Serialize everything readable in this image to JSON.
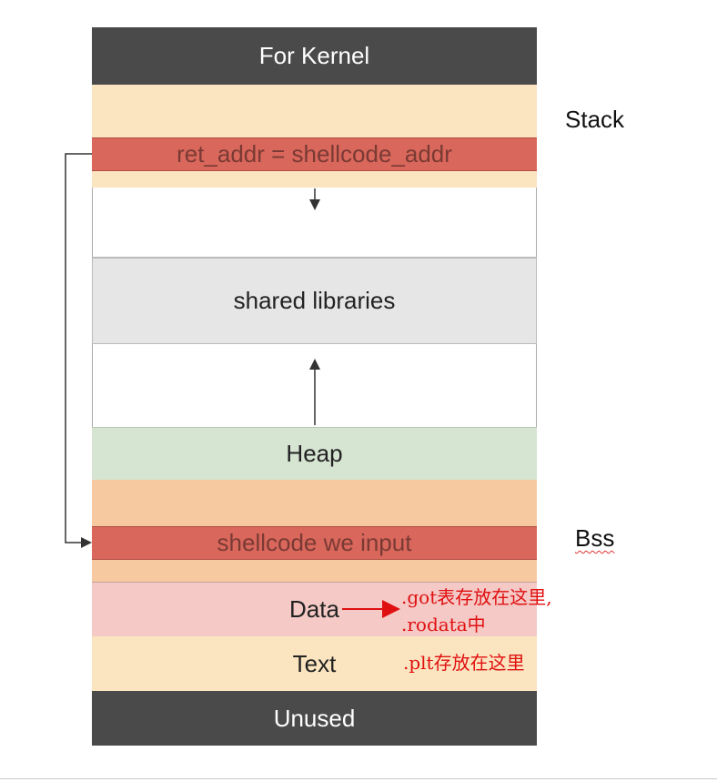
{
  "memory_layout": {
    "kernel": "For Kernel",
    "ret_addr": "ret_addr = shellcode_addr",
    "shared_libraries": "shared libraries",
    "heap": "Heap",
    "shellcode": "shellcode we input",
    "data": "Data",
    "text": "Text",
    "unused": "Unused"
  },
  "side_labels": {
    "stack": "Stack",
    "bss": "Bss"
  },
  "annotations": {
    "got_line1": ".got表存放在这里,",
    "got_line2": ".rodata中",
    "plt": ".plt存放在这里"
  },
  "colors": {
    "kernel_unused": "#4a4a4a",
    "stack_bg": "#fbe5c0",
    "highlight_red": "#d9675b",
    "shared_lib": "#e6e6e6",
    "heap": "#d6e4d2",
    "bss_bg": "#f6c9a0",
    "data": "#f4c9c6",
    "text": "#fbe5c0",
    "annotation": "#e01010"
  }
}
